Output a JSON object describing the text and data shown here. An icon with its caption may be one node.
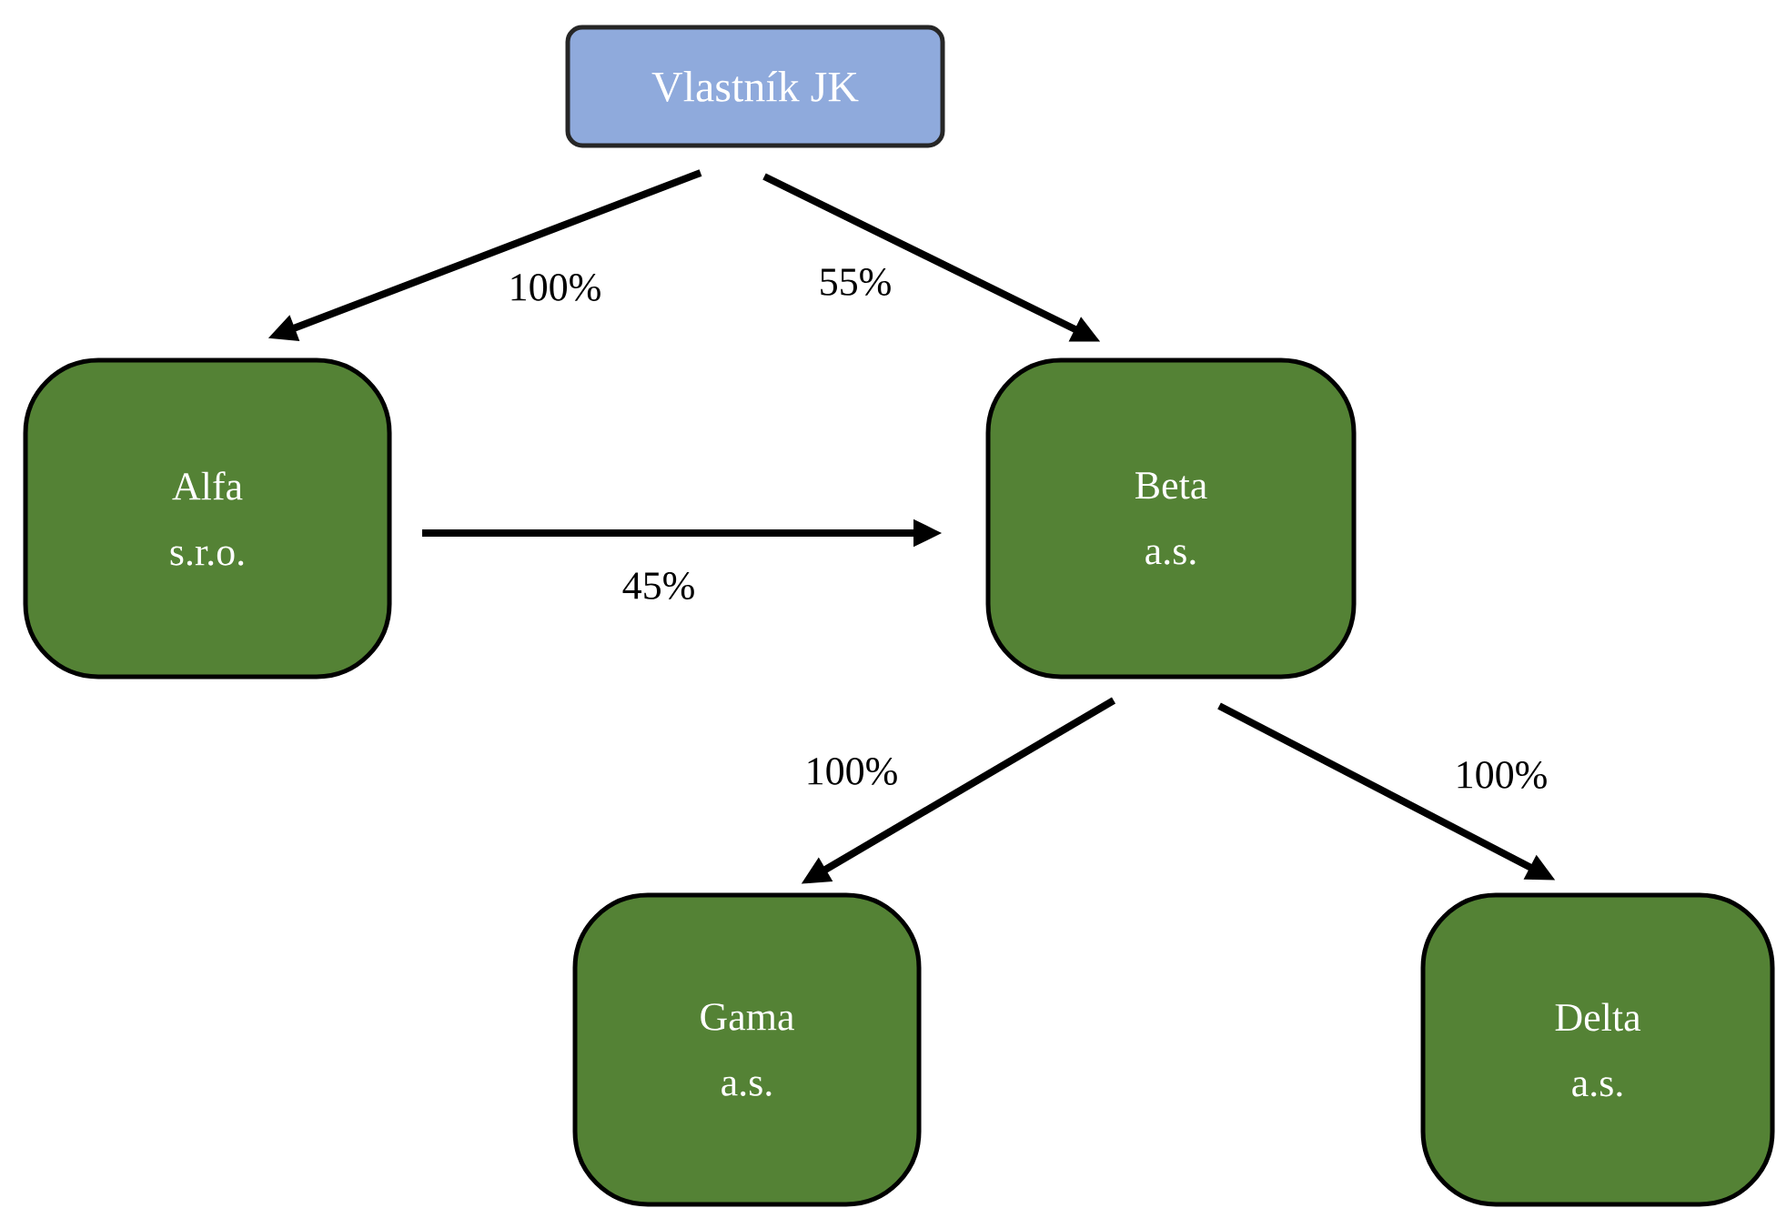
{
  "diagram": {
    "nodes": [
      {
        "text": [
          "Vlastník JK"
        ]
      },
      {
        "text": [
          "Alfa s.r.o."
        ]
      },
      {
        "text": [
          "Beta a.s."
        ]
      },
      {
        "text": [
          "Gama a.s."
        ]
      },
      {
        "text": [
          "Delta a.s."
        ]
      }
    ],
    "edges": [
      {
        "from": 0,
        "to": 1,
        "arrow": "to",
        "label": "100%"
      },
      {
        "from": 0,
        "to": 2,
        "arrow": "to",
        "label": "55%"
      },
      {
        "from": 1,
        "to": 2,
        "arrow": "to",
        "label": "45%"
      },
      {
        "from": 2,
        "to": 3,
        "arrow": "to",
        "label": "100%"
      },
      {
        "from": 2,
        "to": 4,
        "arrow": "to",
        "label": "100%"
      }
    ]
  }
}
